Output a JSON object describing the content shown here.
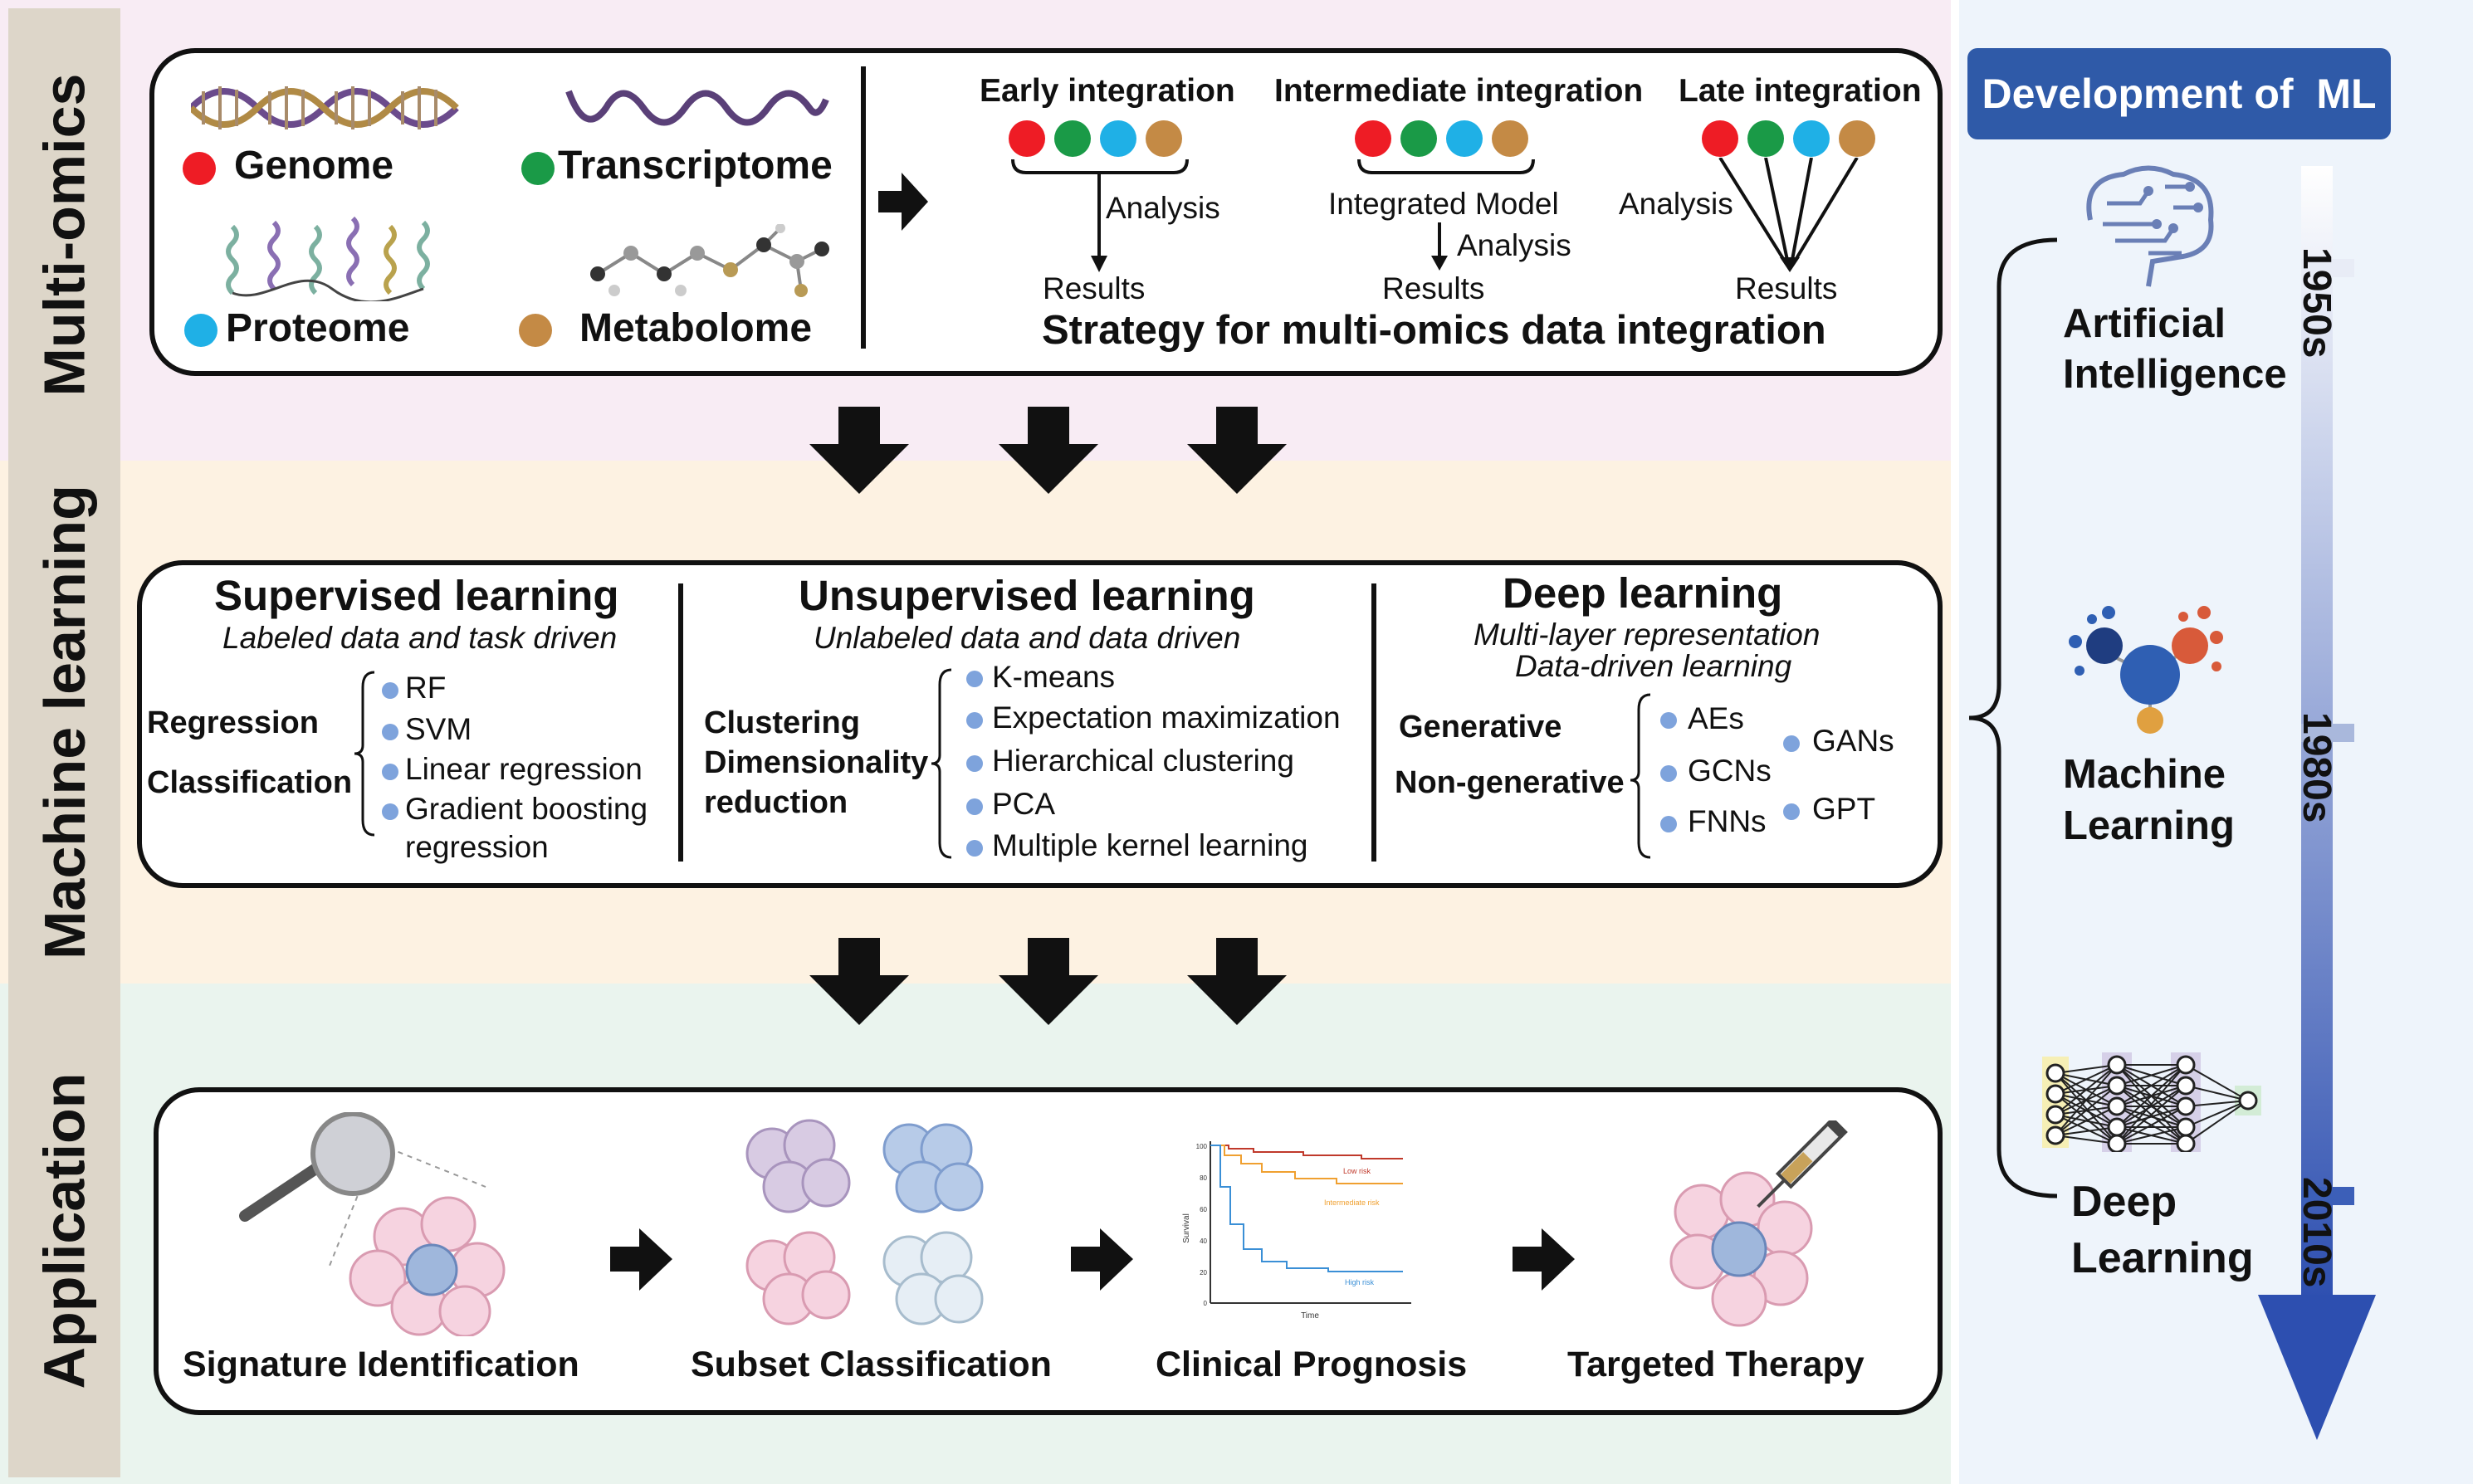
{
  "sections": {
    "multiomics": "Multi-omics",
    "machine_learning": "Machine learning",
    "application": "Application"
  },
  "omics": {
    "genome": "Genome",
    "transcriptome": "Transcriptome",
    "proteome": "Proteome",
    "metabolome": "Metabolome"
  },
  "integration": {
    "early": "Early integration",
    "intermediate": "Intermediate integration",
    "late": "Late integration",
    "analysis": "Analysis",
    "results": "Results",
    "integrated_model": "Integrated Model",
    "strategy_title": "Strategy for multi-omics data integration"
  },
  "supervised": {
    "title": "Supervised learning",
    "subtitle": "Labeled data and task driven",
    "cat1": "Regression",
    "cat2": "Classification",
    "items": [
      "RF",
      "SVM",
      "Linear regression",
      "Gradient boosting",
      "regression"
    ]
  },
  "unsupervised": {
    "title": "Unsupervised learning",
    "subtitle": "Unlabeled data and data driven",
    "cat1": "Clustering",
    "cat2": "Dimensionality",
    "cat3": "reduction",
    "items": [
      "K-means",
      "Expectation maximization",
      "Hierarchical clustering",
      "PCA",
      "Multiple kernel learning"
    ]
  },
  "deep": {
    "title": "Deep learning",
    "subtitle1": "Multi-layer representation",
    "subtitle2": "Data-driven learning",
    "cat1": "Generative",
    "cat2": "Non-generative",
    "items": [
      "AEs",
      "GCNs",
      "FNNs",
      "GANs",
      "GPT"
    ]
  },
  "applications": [
    "Signature Identification",
    "Subset Classification",
    "Clinical Prognosis",
    "Targeted Therapy"
  ],
  "km": {
    "ylabel": "Survival",
    "xlabel": "Time",
    "low": "Low risk",
    "mid": "Intermediate risk",
    "high": "High risk",
    "yticks": [
      "100",
      "80",
      "60",
      "40",
      "20",
      "0"
    ]
  },
  "timeline": {
    "header": "Development of  ML",
    "ai1": "Artificial",
    "ai2": "Intelligence",
    "ml1": "Machine",
    "ml2": "Learning",
    "dl1": "Deep",
    "dl2": "Learning",
    "y1950": "1950s",
    "y1980": "1980s",
    "y2010": "2010s"
  },
  "colors": {
    "genome": "#ee1c25",
    "transcriptome": "#1a9a47",
    "proteome": "#1fb0e6",
    "metabolome": "#c48a45",
    "bullet": "#7ea3dc",
    "header_bg": "#2f5aa8"
  }
}
